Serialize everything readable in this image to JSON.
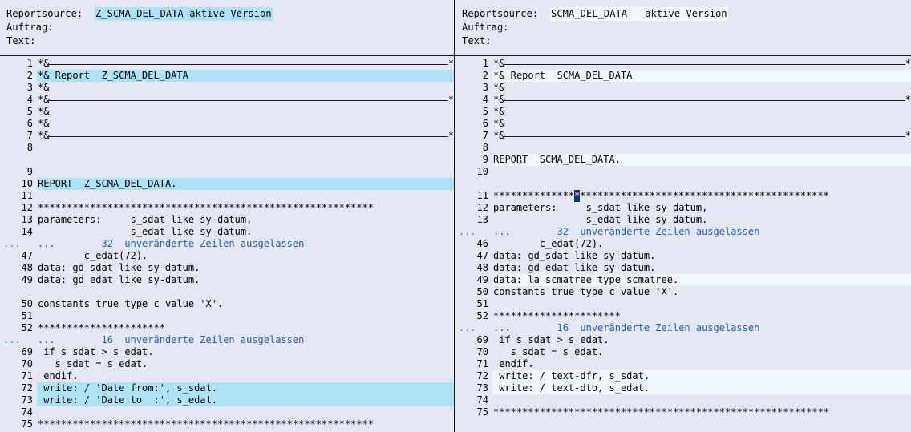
{
  "app": {
    "title": "ABAP Editor Versionsvergleich",
    "background_color": "#e4e8f4",
    "changed_highlight_color": "#aee2f6",
    "inserted_highlight_color": "#f1f8fd",
    "cursor_color": "#123570",
    "omit_text_color": "#2360ab"
  },
  "panes": [
    {
      "side": "left",
      "header": {
        "reportsource_label": "Reportsource:",
        "reportsource_value": "Z_SCMA_DEL_DATA aktive Version",
        "auftrag_label": "Auftrag:",
        "auftrag_value": "",
        "text_label": "Text:",
        "text_value": ""
      },
      "lines": [
        {
          "no": "1",
          "kind": "rule",
          "pre": "*&",
          "post": "*"
        },
        {
          "no": "2",
          "kind": "changed",
          "src": "*& Report  Z_SCMA_DEL_DATA"
        },
        {
          "no": "3",
          "kind": "normal",
          "src": "*&"
        },
        {
          "no": "4",
          "kind": "rule",
          "pre": "*&",
          "post": "*"
        },
        {
          "no": "5",
          "kind": "normal",
          "src": "*&"
        },
        {
          "no": "6",
          "kind": "normal",
          "src": "*&"
        },
        {
          "no": "7",
          "kind": "rule",
          "pre": "*&",
          "post": "*"
        },
        {
          "no": "8",
          "kind": "normal",
          "src": ""
        },
        {
          "no": "",
          "kind": "blank",
          "src": ""
        },
        {
          "no": "9",
          "kind": "normal",
          "src": ""
        },
        {
          "no": "10",
          "kind": "changed",
          "src": "REPORT  Z_SCMA_DEL_DATA."
        },
        {
          "no": "11",
          "kind": "changed",
          "src": ""
        },
        {
          "no": "12",
          "kind": "normal",
          "src": "**********************************************************"
        },
        {
          "no": "13",
          "kind": "normal",
          "src": "parameters:     s_sdat like sy-datum,"
        },
        {
          "no": "14",
          "kind": "normal",
          "src": "                s_edat like sy-datum."
        },
        {
          "no": "...",
          "kind": "omit",
          "src": "...        32  unveränderte Zeilen ausgelassen"
        },
        {
          "no": "47",
          "kind": "normal",
          "src": "        c_edat(72)."
        },
        {
          "no": "48",
          "kind": "normal",
          "src": "data: gd_sdat like sy-datum."
        },
        {
          "no": "49",
          "kind": "normal",
          "src": "data: gd_edat like sy-datum."
        },
        {
          "no": "",
          "kind": "blank",
          "src": ""
        },
        {
          "no": "50",
          "kind": "normal",
          "src": "constants true type c value 'X'."
        },
        {
          "no": "51",
          "kind": "normal",
          "src": ""
        },
        {
          "no": "52",
          "kind": "normal",
          "src": "**********************"
        },
        {
          "no": "...",
          "kind": "omit",
          "src": "...        16  unveränderte Zeilen ausgelassen"
        },
        {
          "no": "69",
          "kind": "normal",
          "src": " if s_sdat > s_edat."
        },
        {
          "no": "70",
          "kind": "normal",
          "src": "   s_sdat = s_edat."
        },
        {
          "no": "71",
          "kind": "normal",
          "src": " endif."
        },
        {
          "no": "72",
          "kind": "changed",
          "src": " write: / 'Date from:', s_sdat."
        },
        {
          "no": "73",
          "kind": "changed",
          "src": " write: / 'Date to  :', s_edat."
        },
        {
          "no": "74",
          "kind": "normal",
          "src": ""
        },
        {
          "no": "75",
          "kind": "normal",
          "src": "**********************************************************"
        }
      ]
    },
    {
      "side": "right",
      "header": {
        "reportsource_label": "Reportsource:",
        "reportsource_value": "SCMA_DEL_DATA   aktive Version",
        "auftrag_label": "Auftrag:",
        "auftrag_value": "",
        "text_label": "Text:",
        "text_value": ""
      },
      "lines": [
        {
          "no": "1",
          "kind": "rule",
          "pre": "*&",
          "post": "*"
        },
        {
          "no": "2",
          "kind": "inserted",
          "src": "*& Report  SCMA_DEL_DATA"
        },
        {
          "no": "3",
          "kind": "normal",
          "src": "*&"
        },
        {
          "no": "4",
          "kind": "rule",
          "pre": "*&",
          "post": "*"
        },
        {
          "no": "5",
          "kind": "normal",
          "src": "*&"
        },
        {
          "no": "6",
          "kind": "normal",
          "src": "*&"
        },
        {
          "no": "7",
          "kind": "rule",
          "pre": "*&",
          "post": "*"
        },
        {
          "no": "8",
          "kind": "normal",
          "src": ""
        },
        {
          "no": "9",
          "kind": "inserted",
          "src": "REPORT  SCMA_DEL_DATA."
        },
        {
          "no": "10",
          "kind": "normal",
          "src": ""
        },
        {
          "no": "",
          "kind": "blank",
          "src": ""
        },
        {
          "no": "11",
          "kind": "cursor",
          "src_before": "**************",
          "cursor_char": "*",
          "src_after": "*******************************************"
        },
        {
          "no": "12",
          "kind": "normal",
          "src": "parameters:     s_sdat like sy-datum,"
        },
        {
          "no": "13",
          "kind": "normal",
          "src": "                s_edat like sy-datum."
        },
        {
          "no": "...",
          "kind": "omit",
          "src": "...        32  unveränderte Zeilen ausgelassen"
        },
        {
          "no": "46",
          "kind": "normal",
          "src": "        c_edat(72)."
        },
        {
          "no": "47",
          "kind": "normal",
          "src": "data: gd_sdat like sy-datum."
        },
        {
          "no": "48",
          "kind": "normal",
          "src": "data: gd_edat like sy-datum."
        },
        {
          "no": "49",
          "kind": "inserted",
          "src": "data: la_scmatree type scmatree."
        },
        {
          "no": "50",
          "kind": "normal",
          "src": "constants true type c value 'X'."
        },
        {
          "no": "51",
          "kind": "normal",
          "src": ""
        },
        {
          "no": "52",
          "kind": "normal",
          "src": "**********************"
        },
        {
          "no": "...",
          "kind": "omit",
          "src": "...        16  unveränderte Zeilen ausgelassen"
        },
        {
          "no": "69",
          "kind": "normal",
          "src": " if s_sdat > s_edat."
        },
        {
          "no": "70",
          "kind": "normal",
          "src": "   s_sdat = s_edat."
        },
        {
          "no": "71",
          "kind": "normal",
          "src": " endif."
        },
        {
          "no": "72",
          "kind": "inserted",
          "src": " write: / text-dfr, s_sdat."
        },
        {
          "no": "73",
          "kind": "inserted",
          "src": " write: / text-dto, s_edat."
        },
        {
          "no": "74",
          "kind": "normal",
          "src": ""
        },
        {
          "no": "75",
          "kind": "normal",
          "src": "**********************************************************"
        }
      ]
    }
  ]
}
